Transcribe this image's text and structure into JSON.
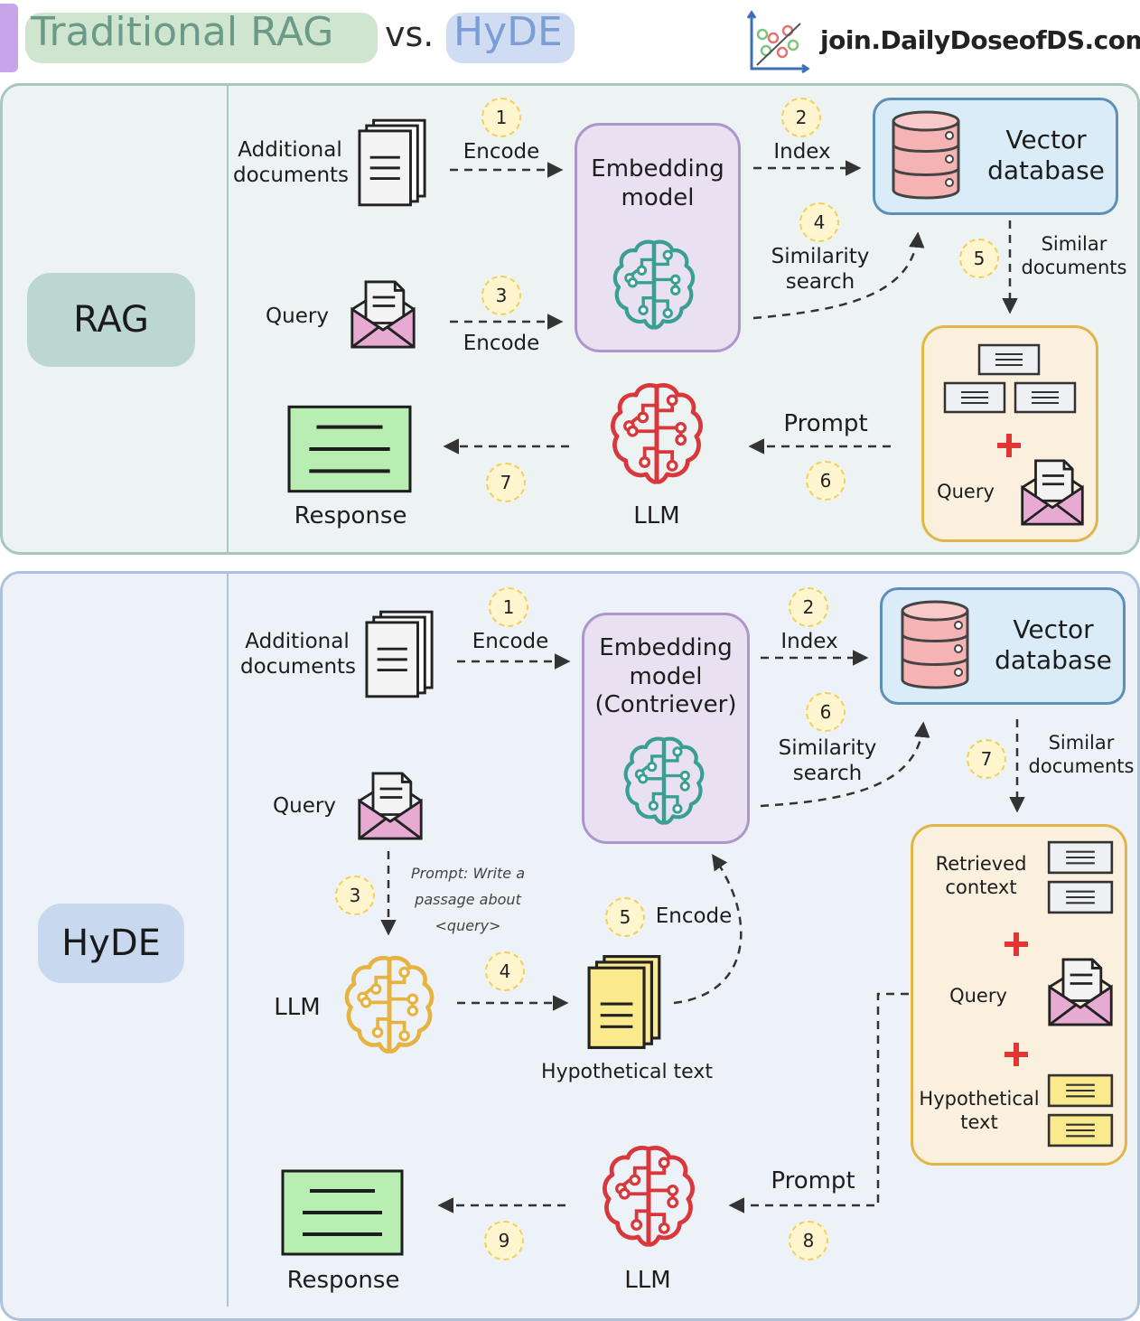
{
  "title": {
    "part1": "Traditional RAG",
    "vs": "vs.",
    "part2": "HyDE",
    "brand": "join.DailyDoseofDS.com"
  },
  "rag": {
    "tag": "RAG",
    "additional_documents": "Additional\ndocuments",
    "query": "Query",
    "encode1": "Encode",
    "encode3": "Encode",
    "embedding_model": "Embedding\nmodel",
    "index": "Index",
    "vector_database": "Vector\ndatabase",
    "similarity_search": "Similarity\nsearch",
    "similar_documents": "Similar\ndocuments",
    "context_query": "Query",
    "prompt": "Prompt",
    "llm": "LLM",
    "response": "Response",
    "steps": [
      "1",
      "2",
      "3",
      "4",
      "5",
      "6",
      "7"
    ]
  },
  "hyde": {
    "tag": "HyDE",
    "additional_documents": "Additional\ndocuments",
    "query": "Query",
    "encode1": "Encode",
    "embedding_model": "Embedding\nmodel\n(Contriever)",
    "index": "Index",
    "vector_database": "Vector\ndatabase",
    "similarity_search": "Similarity\nsearch",
    "similar_documents": "Similar\ndocuments",
    "prompt_note": "Prompt: Write a\npassage about\n<query>",
    "llm_hyp": "LLM",
    "hypothetical_text": "Hypothetical text",
    "encode5": "Encode",
    "retrieved_context": "Retrieved\ncontext",
    "context_query": "Query",
    "context_hyp": "Hypothetical\ntext",
    "prompt": "Prompt",
    "llm": "LLM",
    "response": "Response",
    "steps": [
      "1",
      "2",
      "3",
      "4",
      "5",
      "6",
      "7",
      "8",
      "9"
    ]
  },
  "colors": {
    "rag_panel_bg": "#ecf3f2",
    "rag_panel_border": "#a9c6c1",
    "rag_tag_bg": "#bcd6d1",
    "hyde_panel_bg": "#edf1f8",
    "hyde_panel_border": "#aec1dd",
    "hyde_tag_bg": "#c7d8ef",
    "embedding_bg": "#e9e1f1",
    "vector_db_bg": "#d9ecf7",
    "context_bg": "#faf0dd",
    "response_bg": "#b8eeb2",
    "llm_red": "#d8383c",
    "brain_teal": "#3a9f93",
    "brain_orange": "#e7b340",
    "plus_red": "#e03636"
  },
  "icons": {
    "documents": "stacked-documents-icon",
    "query": "envelope-letter-icon",
    "brain": "brain-circuit-icon",
    "database": "database-cylinder-icon",
    "response": "response-document-icon",
    "plus": "plus-icon",
    "brand": "scatter-plot-logo-icon"
  }
}
